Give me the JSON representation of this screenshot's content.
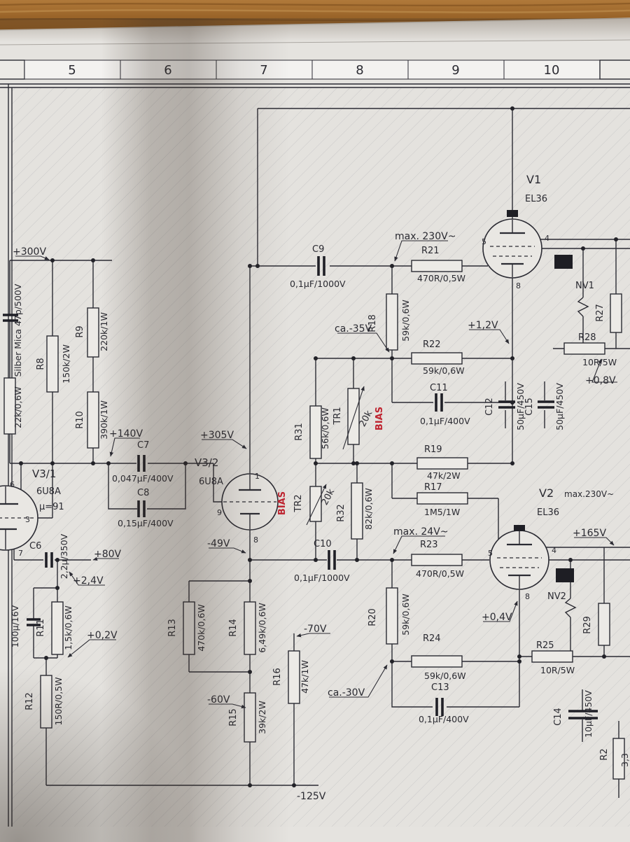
{
  "ruler": {
    "cells": [
      "5",
      "6",
      "7",
      "8",
      "9",
      "10"
    ]
  },
  "colors": {
    "bias_red": "#bf2430",
    "ink": "#2b2b33",
    "paper": "#e5e3df"
  },
  "tubes": {
    "v31": {
      "label": "V3/1",
      "type": "6U8A",
      "mu": "µ=91",
      "pin_top": "6",
      "pin_grid": "3",
      "pin_bottom": "7"
    },
    "v32": {
      "label": "V3/2",
      "type": "6U8A",
      "pin_top": "1",
      "pin_grid": "9",
      "pin_bottom": "8"
    },
    "v1": {
      "label": "V1",
      "type": "EL36",
      "pin_anode": "4",
      "pin_grid": "5",
      "pin_cathode": "8"
    },
    "v2": {
      "label": "V2",
      "type": "EL36",
      "pin_anode": "4",
      "pin_grid": "5",
      "pin_cathode": "8"
    }
  },
  "resistors": {
    "r8": {
      "label": "R8",
      "value": "150k/2W"
    },
    "r9": {
      "label": "R9",
      "value": "220k/1W"
    },
    "r10": {
      "label": "R10",
      "value": "390k/1W"
    },
    "r11": {
      "label": "R11",
      "value": "1,5k/0,6W"
    },
    "r12": {
      "label": "R12",
      "value": "150R/0,5W"
    },
    "r13": {
      "label": "R13",
      "value": "470k/0,6W"
    },
    "r14": {
      "label": "R14",
      "value": "6,49k/0,6W"
    },
    "r15": {
      "label": "R15",
      "value": "39k/2W"
    },
    "r16": {
      "label": "R16",
      "value": "47k/1W"
    },
    "r17": {
      "label": "R17",
      "value": "1M5/1W"
    },
    "r18": {
      "label": "R18",
      "value": "59k/0,6W"
    },
    "r19": {
      "label": "R19",
      "value": "47k/2W"
    },
    "r20": {
      "label": "R20",
      "value": "59k/0,6W"
    },
    "r21": {
      "label": "R21",
      "value": "470R/0,5W"
    },
    "r22": {
      "label": "R22",
      "value": "59k/0,6W"
    },
    "r23": {
      "label": "R23",
      "value": "470R/0,5W"
    },
    "r24": {
      "label": "R24",
      "value": "59k/0,6W"
    },
    "r25": {
      "label": "R25",
      "value": "10R/5W"
    },
    "r27": {
      "label": "R27"
    },
    "r28": {
      "label": "R28",
      "value": "10R/5W"
    },
    "r29": {
      "label": "R29"
    },
    "r31": {
      "label": "R31",
      "value": "56k/0,6W"
    },
    "r32": {
      "label": "R32",
      "value": "82k/0,6W"
    },
    "r22k": {
      "value": "22k/0,6W"
    },
    "r_partial": {
      "label": "R2",
      "value": "3,3"
    }
  },
  "capacitors": {
    "c6": {
      "label": "C6",
      "value": "2,2µ/350V"
    },
    "c7": {
      "label": "C7",
      "value": "0,047µF/400V"
    },
    "c8": {
      "label": "C8",
      "value": "0,15µF/400V"
    },
    "c9": {
      "label": "C9",
      "value": "0,1µF/1000V"
    },
    "c10": {
      "label": "C10",
      "value": "0,1µF/1000V"
    },
    "c11": {
      "label": "C11",
      "value": "0,1µF/400V"
    },
    "c12": {
      "label": "C12",
      "value": "50µF/450V"
    },
    "c13": {
      "label": "C13",
      "value": "0,1µF/400V"
    },
    "c14": {
      "label": "C14",
      "value": "10µF/450V"
    },
    "c15": {
      "label": "C15",
      "value": "50µF/450V"
    },
    "c100u": {
      "value": "100µ/16V"
    },
    "silver_mica": {
      "value": "Silber Mica 47p/500V"
    }
  },
  "potentiometers": {
    "tr1": {
      "label": "TR1",
      "value": "20k",
      "tag": "BIAS"
    },
    "tr2": {
      "label": "TR2",
      "value": "20k",
      "tag": "BIAS"
    }
  },
  "lamps": {
    "nv1": {
      "label": "NV1"
    },
    "nv2": {
      "label": "NV2"
    }
  },
  "voltages": {
    "p300": "+300V",
    "p140": "+140V",
    "p305": "+305V",
    "p80": "+80V",
    "p2_4": "+2,4V",
    "p0_2": "+0,2V",
    "m49": "-49V",
    "m60": "-60V",
    "m70": "-70V",
    "m125": "-125V",
    "ca_m35": "ca.-35V",
    "ca_m30": "ca.-30V",
    "max230_1": "max. 230V~",
    "max230_2": "max.230V~",
    "max24": "max. 24V~",
    "p1_2": "+1,2V",
    "p0_8": "+0,8V",
    "p0_4": "+0,4V",
    "p165": "+165V"
  }
}
